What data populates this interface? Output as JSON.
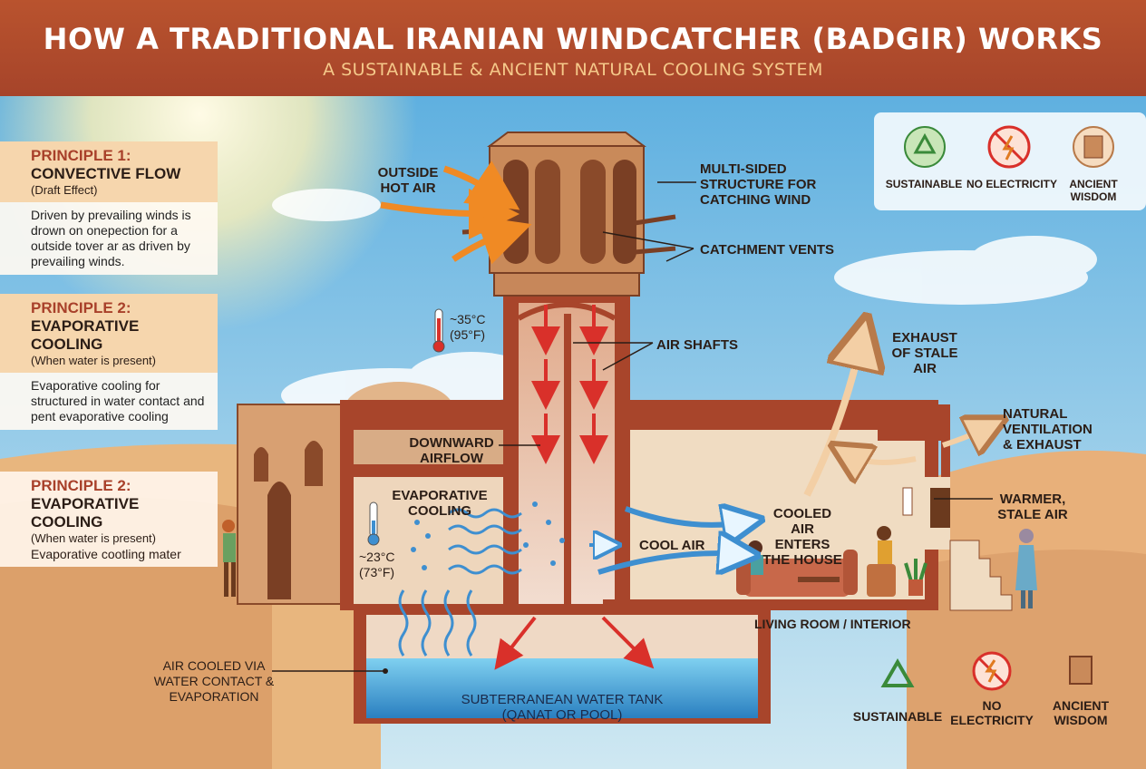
{
  "header": {
    "title": "HOW A TRADITIONAL IRANIAN WINDCATCHER (BADGIR) WORKS",
    "subtitle": "A SUSTAINABLE & ANCIENT NATURAL COOLING SYSTEM"
  },
  "principles": [
    {
      "heading": "PRINCIPLE 1:",
      "name": "CONVECTIVE FLOW",
      "note": "(Draft Effect)",
      "body": "Driven by prevailing winds is drown on onepection for a outside tover ar as driven by prevailing winds."
    },
    {
      "heading": "PRINCIPLE 2:",
      "name": "EVAPORATIVE COOLING",
      "note": "(When water is present)",
      "body": "Evaporative cooling for structured in water contact and pent evaporative cooling"
    },
    {
      "heading": "PRINCIPLE 2:",
      "name": "EVAPORATIVE COOLING",
      "note": "(When water is present)",
      "body": "Evaporative cootling mater"
    }
  ],
  "labels": {
    "outside_hot_air": "OUTSIDE HOT AIR",
    "multi_sided": "MULTI-SIDED STRUCTURE FOR CATCHING WIND",
    "catchment_vents": "CATCHMENT VENTS",
    "air_shafts": "AIR SHAFTS",
    "hot_temp": "~35°C (95°F)",
    "downward_airflow": "DOWNWARD AIRFLOW",
    "evaporative_cooling": "EVAPORATIVE COOLING",
    "cool_temp": "~23°C (73°F)",
    "cool_air": "COOL AIR",
    "cooled_air_enters": "COOLED AIR ENTERS THE HOUSE",
    "exhaust": "EXHAUST OF STALE AIR",
    "natural_ventilation": "NATURAL VENTILATION & EXHAUST",
    "warmer_stale": "WARMER, STALE AIR",
    "living_room": "LIVING ROOM / INTERIOR",
    "air_cooled_via": "AIR COOLED VIA WATER CONTACT & EVAPORATION",
    "water_tank": "SUBTERRANEAN WATER TANK (QANAT OR POOL)"
  },
  "badges_top": [
    {
      "label": "SUSTAINABLE",
      "icon": "recycle-icon"
    },
    {
      "label": "NO ELECTRICITY",
      "icon": "no-electricity-icon"
    },
    {
      "label": "ANCIENT WISDOM",
      "icon": "ancient-mask-icon"
    }
  ],
  "badges_bottom": [
    {
      "label": "SUSTAINABLE",
      "icon": "recycle-icon"
    },
    {
      "label": "NO ELECTRICITY",
      "icon": "no-electricity-icon"
    },
    {
      "label": "ANCIENT WISDOM",
      "icon": "ancient-mask-icon"
    }
  ],
  "colors": {
    "header": "#b14d2a",
    "subtitle": "#f5c98a",
    "hot_arrow": "#f08a24",
    "cool_arrow": "#3e8fd0",
    "down_arrow": "#d9302a",
    "tower": "#c98a5a",
    "water": "#3c9fd8"
  }
}
